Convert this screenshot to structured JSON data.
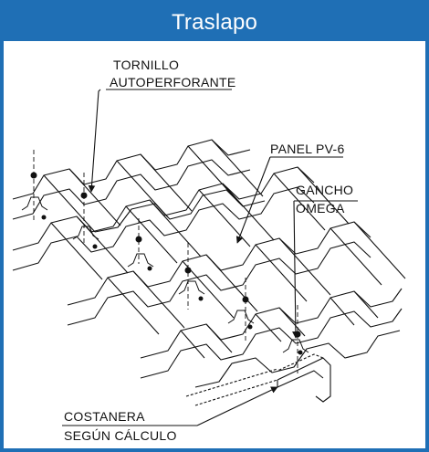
{
  "header": {
    "title": "Traslapo"
  },
  "labels": {
    "tornillo_line1": "TORNILLO",
    "tornillo_line2": "AUTOPERFORANTE",
    "panel": "PANEL PV-6",
    "gancho_line1": "GANCHO",
    "gancho_line2": "OMEGA",
    "costanera_line1": "COSTANERA",
    "costanera_line2": "SEGÚN CÁLCULO"
  },
  "colors": {
    "accent": "#1f6fb5",
    "line": "#111111"
  }
}
